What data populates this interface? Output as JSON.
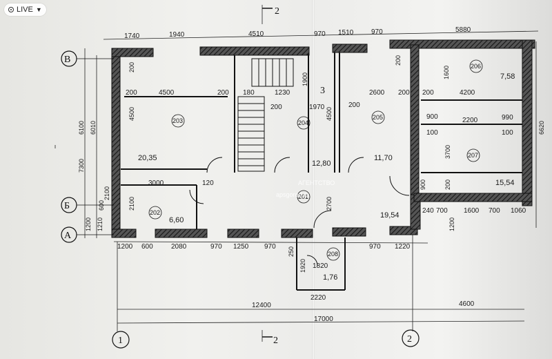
{
  "badge": {
    "label": "LIVE",
    "icon": "live-icon",
    "chevron": "chevron-down-icon"
  },
  "section_mark": "2",
  "axes": {
    "B": "В",
    "Б": "Б",
    "A": "А",
    "one": "1",
    "two": "2"
  },
  "top_dims": [
    "1740",
    "1940",
    "4510",
    "970",
    "1510",
    "970",
    "5880"
  ],
  "bottom_dims": [
    "1200",
    "600",
    "2080",
    "970",
    "1250",
    "970",
    "970",
    "1220"
  ],
  "overall": {
    "left_span": "12400",
    "right_span": "4600",
    "total": "17000"
  },
  "left_dims": [
    "6100",
    "6010",
    "7300",
    "2100",
    "600",
    "1200",
    "1210"
  ],
  "right_dim": "6620",
  "rooms": [
    {
      "num": "203",
      "area": "20,35"
    },
    {
      "num": "202",
      "area": "6,60"
    },
    {
      "num": "204",
      "area": "12,80"
    },
    {
      "num": "205",
      "area": "11,70"
    },
    {
      "num": "201",
      "area": "19,54"
    },
    {
      "num": "206",
      "area": "7,58"
    },
    {
      "num": "207",
      "area": "15,54"
    },
    {
      "num": "208",
      "area": "1,76"
    }
  ],
  "inner_dims": {
    "d4500h": "4500",
    "d200a": "200",
    "d180": "180",
    "d1230": "1230",
    "d1900": "1900",
    "d2600": "2600",
    "d200b": "200",
    "d4200": "4200",
    "d1600": "1600",
    "d200c": "200",
    "d4500v": "4500",
    "d1970": "1970",
    "d200d": "200",
    "d200e": "200",
    "d2200": "2200",
    "d990": "990",
    "d900a": "900",
    "d100a": "100",
    "d100b": "100",
    "d3700": "3700",
    "d3000": "3000",
    "d120": "120",
    "d2100": "2100",
    "d2700": "2700",
    "d900b": "900",
    "d200f": "200",
    "d200g": "200",
    "d240": "240",
    "d700a": "700",
    "d1600b": "1600",
    "d700b": "700",
    "d1060": "1060",
    "d1200v": "1200",
    "d1920": "1920",
    "d250": "250",
    "d1820": "1820",
    "d2220": "2220",
    "d3": "3",
    "d200h": "200",
    "d200i": "200"
  },
  "watermark": [
    "АГЕНТСТВО",
    "apsgorod.ru"
  ]
}
